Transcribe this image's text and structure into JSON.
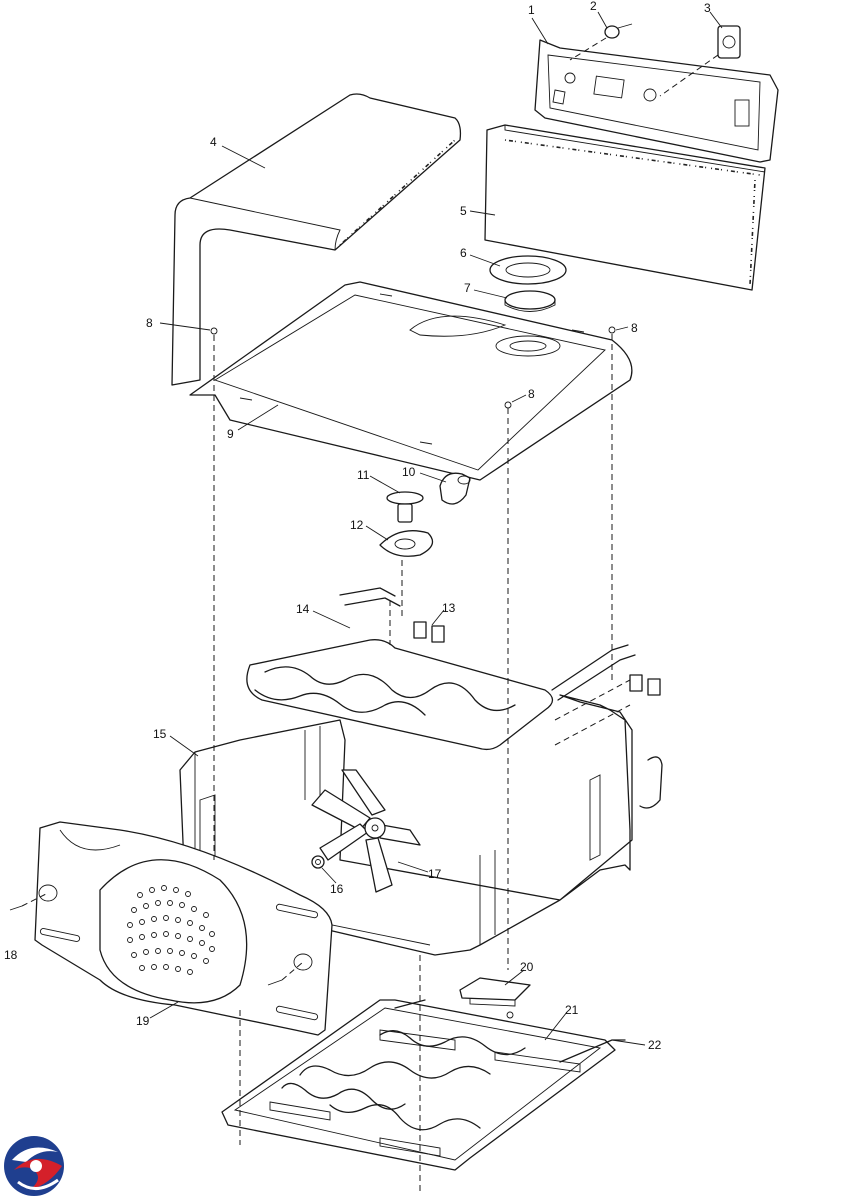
{
  "callouts": [
    {
      "id": "1",
      "label": "1"
    },
    {
      "id": "2",
      "label": "2"
    },
    {
      "id": "3",
      "label": "3"
    },
    {
      "id": "4",
      "label": "4"
    },
    {
      "id": "5",
      "label": "5"
    },
    {
      "id": "6",
      "label": "6"
    },
    {
      "id": "7",
      "label": "7"
    },
    {
      "id": "8a",
      "label": "8"
    },
    {
      "id": "8b",
      "label": "8"
    },
    {
      "id": "8c",
      "label": "8"
    },
    {
      "id": "9",
      "label": "9"
    },
    {
      "id": "10",
      "label": "10"
    },
    {
      "id": "11",
      "label": "11"
    },
    {
      "id": "12",
      "label": "12"
    },
    {
      "id": "13",
      "label": "13"
    },
    {
      "id": "14",
      "label": "14"
    },
    {
      "id": "15",
      "label": "15"
    },
    {
      "id": "16",
      "label": "16"
    },
    {
      "id": "17",
      "label": "17"
    },
    {
      "id": "18",
      "label": "18"
    },
    {
      "id": "19",
      "label": "19"
    },
    {
      "id": "20",
      "label": "20"
    },
    {
      "id": "21",
      "label": "21"
    },
    {
      "id": "22",
      "label": "22"
    }
  ],
  "logo": {
    "colors": [
      "#1f3f8f",
      "#d4202a"
    ]
  }
}
